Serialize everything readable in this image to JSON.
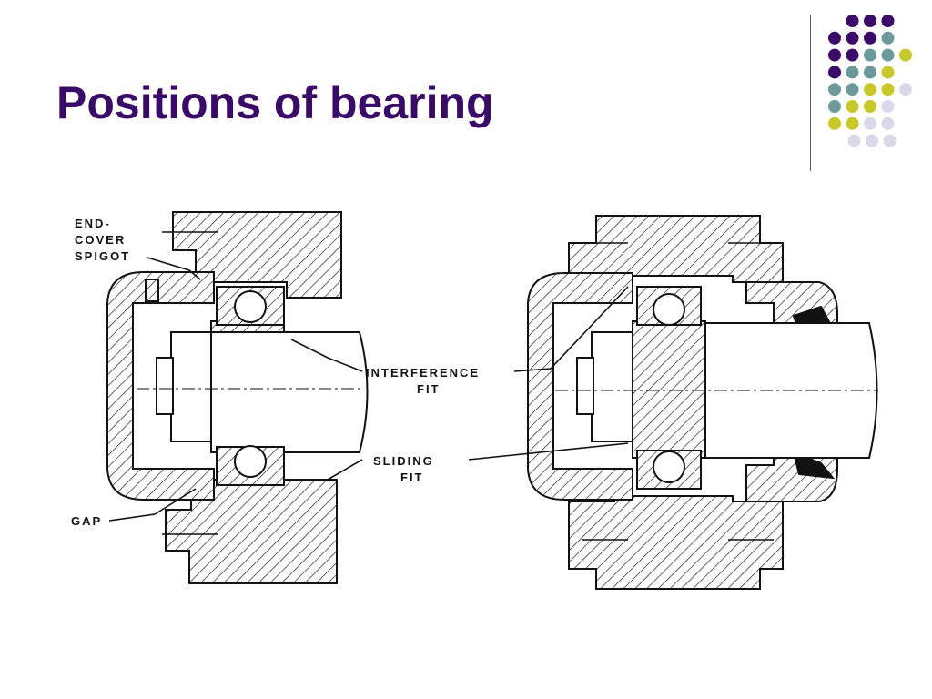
{
  "slide": {
    "title": "Positions of bearing"
  },
  "theme": {
    "title_color": "#3a0a6a",
    "dot_colors": [
      "#3b0a6b",
      "#6b9a9a",
      "#c8c826",
      "#d8d8e8"
    ]
  },
  "diagram": {
    "labels": {
      "end_cover_spigot": [
        "END-",
        "COVER",
        "SPIGOT"
      ],
      "interference_fit": [
        "INTERFERENCE",
        "FIT"
      ],
      "sliding_fit": [
        "SLIDING",
        "FIT"
      ],
      "gap": "GAP"
    }
  }
}
